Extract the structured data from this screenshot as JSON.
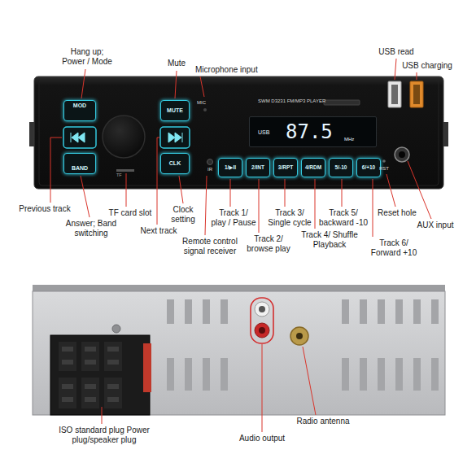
{
  "diagram": {
    "nodes": [
      {
        "text": [
          "MOD"
        ]
      },
      {
        "text": [
          "MUTE"
        ]
      },
      {
        "text": [
          "USB",
          "87.5",
          "MHz"
        ]
      },
      {
        "text": [
          "BAND"
        ]
      },
      {
        "text": [
          "CLK"
        ]
      },
      {
        "text": [
          "1/▶II"
        ]
      },
      {
        "text": [
          "2/INT"
        ]
      },
      {
        "text": [
          "3/RPT"
        ]
      },
      {
        "text": [
          "4/RDM"
        ]
      },
      {
        "text": [
          "5/-10"
        ]
      },
      {
        "text": [
          "6/+10"
        ]
      }
    ],
    "labels": [
      "Hang up; Power / Mode",
      "Mute",
      "Microphone input",
      "USB read",
      "USB charging",
      "SWM D3231 FM/MP3 PLAYER",
      "MIC",
      "TF",
      "IR",
      "RST",
      "Previous track",
      "Answer; Band switching",
      "TF card slot",
      "Next track",
      "Clock setting",
      "Remote control signal receiver",
      "Track 1/ play / Pause",
      "Track 2/ browse play",
      "Track 3/ Single cycle",
      "Track 4/ Shuffle Playback",
      "Track 5/ backward -10",
      "Reset hole",
      "Track 6/ Forward +10",
      "AUX input",
      "ISO standard plug Power plug/speaker plug",
      "Audio output",
      "Radio antenna"
    ]
  }
}
